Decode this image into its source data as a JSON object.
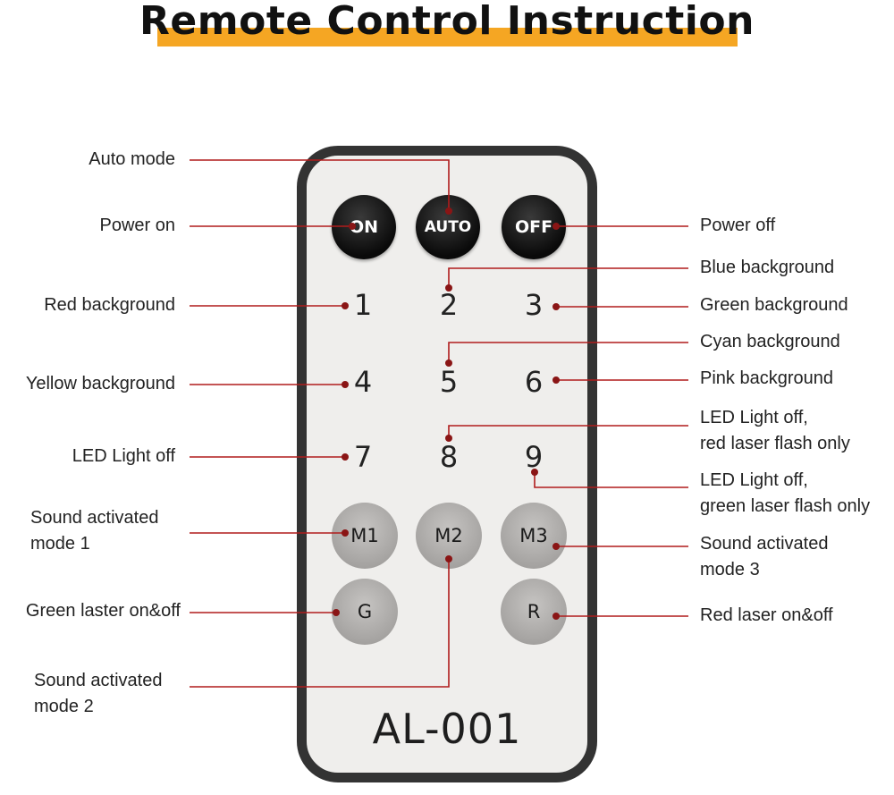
{
  "title": "Remote Control Instruction",
  "accent_color": "#f5a623",
  "leader_color": "#b01c1c",
  "remote": {
    "model": "AL-001",
    "buttons": {
      "on": "ON",
      "auto": "AUTO",
      "off": "OFF",
      "n1": "1",
      "n2": "2",
      "n3": "3",
      "n4": "4",
      "n5": "5",
      "n6": "6",
      "n7": "7",
      "n8": "8",
      "n9": "9",
      "m1": "M1",
      "m2": "M2",
      "m3": "M3",
      "g": "G",
      "r": "R"
    }
  },
  "labels": {
    "auto_mode": "Auto mode",
    "power_on": "Power on",
    "power_off": "Power off",
    "blue_bg": "Blue background",
    "red_bg": "Red background",
    "green_bg": "Green background",
    "cyan_bg": "Cyan background",
    "yellow_bg": "Yellow background",
    "pink_bg": "Pink background",
    "btn8_line1": "LED Light off,",
    "btn8_line2": "red laser flash only",
    "led_off": "LED Light off",
    "btn9_line1": "LED Light off,",
    "btn9_line2": "green laser flash only",
    "sound1_line1": "Sound activated",
    "sound1_line2": "mode 1",
    "sound3_line1": "Sound activated",
    "sound3_line2": "mode 3",
    "green_laser": "Green laster on&off",
    "red_laser": "Red laser on&off",
    "sound2_line1": "Sound activated",
    "sound2_line2": "mode 2"
  }
}
